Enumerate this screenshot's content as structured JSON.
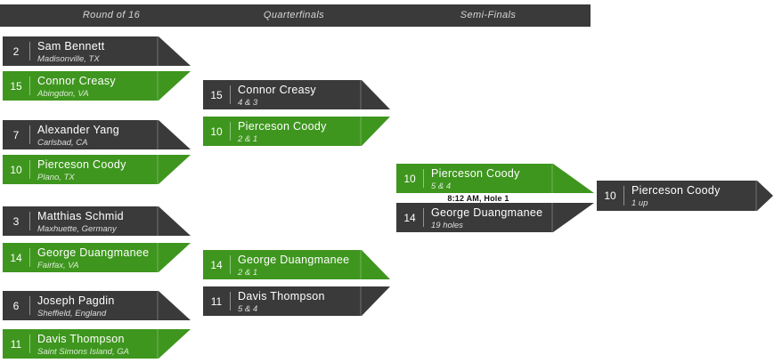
{
  "header": {
    "columns": [
      "Round of 16",
      "Quarterfinals",
      "Semi-Finals"
    ]
  },
  "status_note": "8:12 AM, Hole 1",
  "colors": {
    "dark_card": "#3a3a3a",
    "winner_green": "#3e961e",
    "header_bg": "#3a3a3a"
  },
  "rounds": {
    "round_of_16": [
      {
        "seed": "2",
        "name": "Sam Bennett",
        "detail": "Madisonville, TX",
        "winner": false
      },
      {
        "seed": "15",
        "name": "Connor Creasy",
        "detail": "Abingdon, VA",
        "winner": true
      },
      {
        "seed": "7",
        "name": "Alexander Yang",
        "detail": "Carlsbad, CA",
        "winner": false
      },
      {
        "seed": "10",
        "name": "Pierceson Coody",
        "detail": "Plano, TX",
        "winner": true
      },
      {
        "seed": "3",
        "name": "Matthias Schmid",
        "detail": "Maxhuette, Germany",
        "winner": false
      },
      {
        "seed": "14",
        "name": "George Duangmanee",
        "detail": "Fairfax, VA",
        "winner": true
      },
      {
        "seed": "6",
        "name": "Joseph Pagdin",
        "detail": "Sheffield, England",
        "winner": false
      },
      {
        "seed": "11",
        "name": "Davis Thompson",
        "detail": "Saint Simons Island, GA",
        "winner": true
      }
    ],
    "quarterfinals": [
      {
        "seed": "15",
        "name": "Connor Creasy",
        "detail": "4 & 3",
        "winner": false
      },
      {
        "seed": "10",
        "name": "Pierceson Coody",
        "detail": "2 & 1",
        "winner": true
      },
      {
        "seed": "14",
        "name": "George Duangmanee",
        "detail": "2 & 1",
        "winner": true
      },
      {
        "seed": "11",
        "name": "Davis Thompson",
        "detail": "5 & 4",
        "winner": false
      }
    ],
    "semifinals": [
      {
        "seed": "10",
        "name": "Pierceson Coody",
        "detail": "5 & 4",
        "winner": true
      },
      {
        "seed": "14",
        "name": "George Duangmanee",
        "detail": "19 holes",
        "winner": false
      }
    ],
    "championship": [
      {
        "seed": "10",
        "name": "Pierceson Coody",
        "detail": "1 up",
        "winner": false
      }
    ]
  }
}
